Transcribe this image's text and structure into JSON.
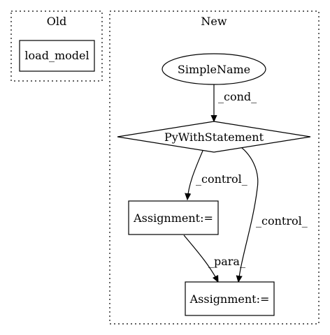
{
  "clusters": {
    "old": {
      "label": "Old"
    },
    "new": {
      "label": "New"
    }
  },
  "nodes": {
    "load_model": "load_model",
    "simple_name": "SimpleName",
    "py_with": "PyWithStatement",
    "assign1": "Assignment:=",
    "assign2": "Assignment:="
  },
  "edges": {
    "cond": "_cond_",
    "control_left": "_control_",
    "control_right": "_control_",
    "para": "_para_"
  }
}
